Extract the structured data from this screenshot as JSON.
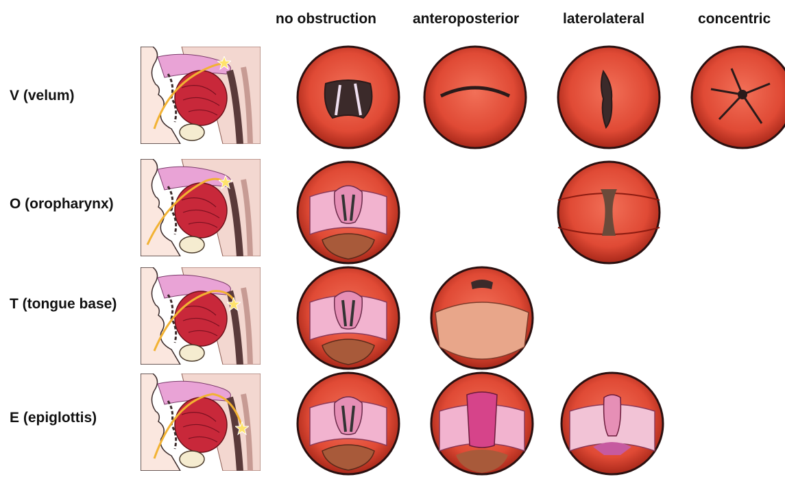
{
  "columns": {
    "no_obstruction": "no obstruction",
    "anteroposterior": "anteroposterior",
    "laterolateral": "laterolateral",
    "concentric": "concentric"
  },
  "rows": {
    "velum": "V (velum)",
    "oropharynx": "O (oropharynx)",
    "tongue_base": "T (tongue base)",
    "epiglottis": "E (epiglottis)"
  },
  "colors": {
    "mucosa": "#e04a35",
    "mucosa_dark": "#b82a1c",
    "tongue": "#c8283a",
    "soft_palate": "#e9a3d6",
    "airway": "#3b2a2a",
    "scope_wire": "#f2b233",
    "obstruction_marker": "#ffe36b",
    "larynx_pink": "#e68fb6",
    "tongue_base_tan": "#d88a6a"
  }
}
